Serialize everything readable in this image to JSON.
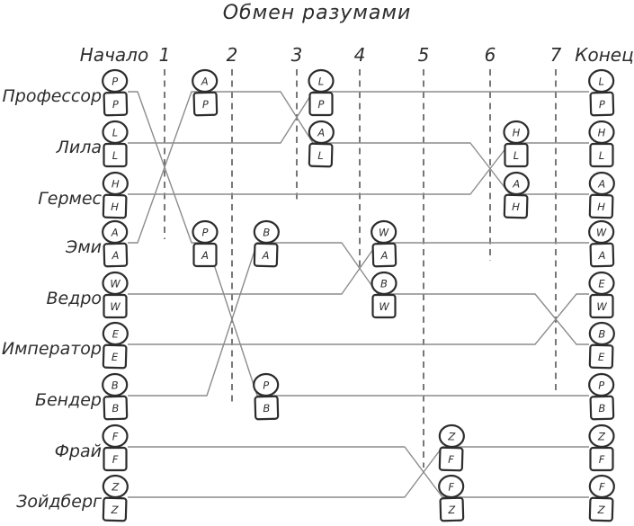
{
  "title": "Обмен разумами",
  "timeline": {
    "start_label": "Начало",
    "end_label": "Конец",
    "steps": [
      "1",
      "2",
      "3",
      "4",
      "5",
      "6",
      "7"
    ]
  },
  "characters": [
    {
      "name": "Профессор",
      "letter": "P"
    },
    {
      "name": "Лила",
      "letter": "L"
    },
    {
      "name": "Гермес",
      "letter": "H"
    },
    {
      "name": "Эми",
      "letter": "A"
    },
    {
      "name": "Ведро",
      "letter": "W"
    },
    {
      "name": "Император",
      "letter": "E"
    },
    {
      "name": "Бендер",
      "letter": "B"
    },
    {
      "name": "Фрай",
      "letter": "F"
    },
    {
      "name": "Зойдберг",
      "letter": "Z"
    }
  ],
  "swaps": [
    {
      "step": "1",
      "a": "Профессор",
      "b": "Эми"
    },
    {
      "step": "2",
      "a": "Эми",
      "b": "Бендер"
    },
    {
      "step": "3",
      "a": "Профессор",
      "b": "Лила"
    },
    {
      "step": "4",
      "a": "Эми",
      "b": "Ведро"
    },
    {
      "step": "5",
      "a": "Фрай",
      "b": "Зойдберг"
    },
    {
      "step": "6",
      "a": "Лила",
      "b": "Гермес"
    },
    {
      "step": "7",
      "a": "Ведро",
      "b": "Император"
    }
  ],
  "tokens": {
    "start": [
      {
        "row": "Профессор",
        "mind": "P",
        "body": "P"
      },
      {
        "row": "Лила",
        "mind": "L",
        "body": "L"
      },
      {
        "row": "Гермес",
        "mind": "H",
        "body": "H"
      },
      {
        "row": "Эми",
        "mind": "A",
        "body": "A"
      },
      {
        "row": "Ведро",
        "mind": "W",
        "body": "W"
      },
      {
        "row": "Император",
        "mind": "E",
        "body": "E"
      },
      {
        "row": "Бендер",
        "mind": "B",
        "body": "B"
      },
      {
        "row": "Фрай",
        "mind": "F",
        "body": "F"
      },
      {
        "row": "Зойдберг",
        "mind": "Z",
        "body": "Z"
      }
    ],
    "mid": [
      {
        "after_step": "1",
        "row": "Профессор",
        "mind": "A",
        "body": "P"
      },
      {
        "after_step": "1",
        "row": "Эми",
        "mind": "P",
        "body": "A"
      },
      {
        "after_step": "2",
        "row": "Эми",
        "mind": "B",
        "body": "A"
      },
      {
        "after_step": "2",
        "row": "Бендер",
        "mind": "P",
        "body": "B"
      },
      {
        "after_step": "3",
        "row": "Профессор",
        "mind": "L",
        "body": "P"
      },
      {
        "after_step": "3",
        "row": "Лила",
        "mind": "A",
        "body": "L"
      },
      {
        "after_step": "4",
        "row": "Эми",
        "mind": "W",
        "body": "A"
      },
      {
        "after_step": "4",
        "row": "Ведро",
        "mind": "B",
        "body": "W"
      },
      {
        "after_step": "5",
        "row": "Фрай",
        "mind": "Z",
        "body": "F"
      },
      {
        "after_step": "5",
        "row": "Зойдберг",
        "mind": "F",
        "body": "Z"
      },
      {
        "after_step": "6",
        "row": "Лила",
        "mind": "H",
        "body": "L"
      },
      {
        "after_step": "6",
        "row": "Гермес",
        "mind": "A",
        "body": "H"
      }
    ],
    "end": [
      {
        "row": "Профессор",
        "mind": "L",
        "body": "P"
      },
      {
        "row": "Лила",
        "mind": "H",
        "body": "L"
      },
      {
        "row": "Гермес",
        "mind": "A",
        "body": "H"
      },
      {
        "row": "Эми",
        "mind": "W",
        "body": "A"
      },
      {
        "row": "Ведро",
        "mind": "E",
        "body": "W"
      },
      {
        "row": "Император",
        "mind": "B",
        "body": "E"
      },
      {
        "row": "Бендер",
        "mind": "P",
        "body": "B"
      },
      {
        "row": "Фрай",
        "mind": "Z",
        "body": "F"
      },
      {
        "row": "Зойдберг",
        "mind": "F",
        "body": "Z"
      }
    ]
  },
  "colors": {
    "ink": "#2d2d2d",
    "wire": "#8c8c8c",
    "dash": "#606060",
    "background": "#ffffff"
  }
}
